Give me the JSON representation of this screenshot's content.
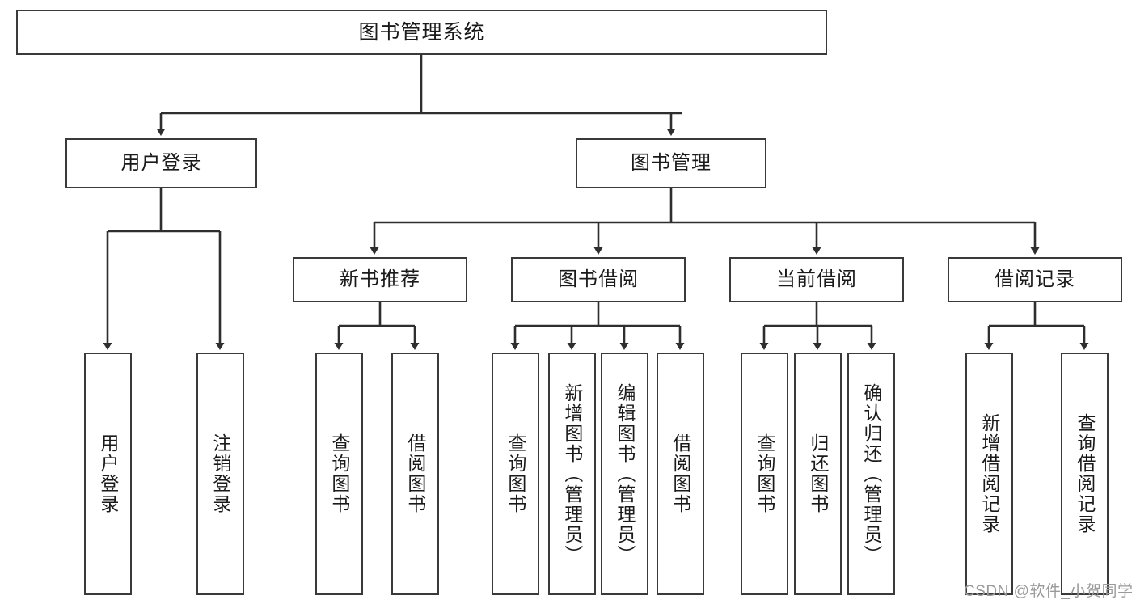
{
  "diagram": {
    "title_node": {
      "label": "图书管理系统"
    },
    "level2": [
      {
        "id": "user-login",
        "label": "用户登录"
      },
      {
        "id": "book-management",
        "label": "图书管理"
      }
    ],
    "level3": [
      {
        "id": "new-book-recommend",
        "label": "新书推荐"
      },
      {
        "id": "book-borrow",
        "label": "图书借阅"
      },
      {
        "id": "current-borrow",
        "label": "当前借阅"
      },
      {
        "id": "borrow-record",
        "label": "借阅记录"
      }
    ],
    "leaves": {
      "user_login": [
        {
          "id": "leaf-user-login",
          "label": "用户登录"
        },
        {
          "id": "leaf-logout-login",
          "label": "注销登录"
        }
      ],
      "new_book_recommend": [
        {
          "id": "leaf-query-book-1",
          "label": "查询图书"
        },
        {
          "id": "leaf-borrow-book-1",
          "label": "借阅图书"
        }
      ],
      "book_borrow": [
        {
          "id": "leaf-query-book-2",
          "label": "查询图书"
        },
        {
          "id": "leaf-add-book",
          "label": "新增图书（管理员）"
        },
        {
          "id": "leaf-edit-book",
          "label": "编辑图书（管理员）"
        },
        {
          "id": "leaf-borrow-book-2",
          "label": "借阅图书"
        }
      ],
      "current_borrow": [
        {
          "id": "leaf-query-book-3",
          "label": "查询图书"
        },
        {
          "id": "leaf-return-book",
          "label": "归还图书"
        },
        {
          "id": "leaf-confirm-return",
          "label": "确认归还（管理员）"
        }
      ],
      "borrow_record": [
        {
          "id": "leaf-add-record",
          "label": "新增借阅记录"
        },
        {
          "id": "leaf-query-record",
          "label": "查询借阅记录"
        }
      ]
    }
  },
  "watermark": {
    "text": "CSDN @软件_小贺同学"
  },
  "colors": {
    "border": "#3a3a3a",
    "text": "#1a1a1a",
    "background": "#ffffff",
    "watermark": "#9a9a9a"
  }
}
